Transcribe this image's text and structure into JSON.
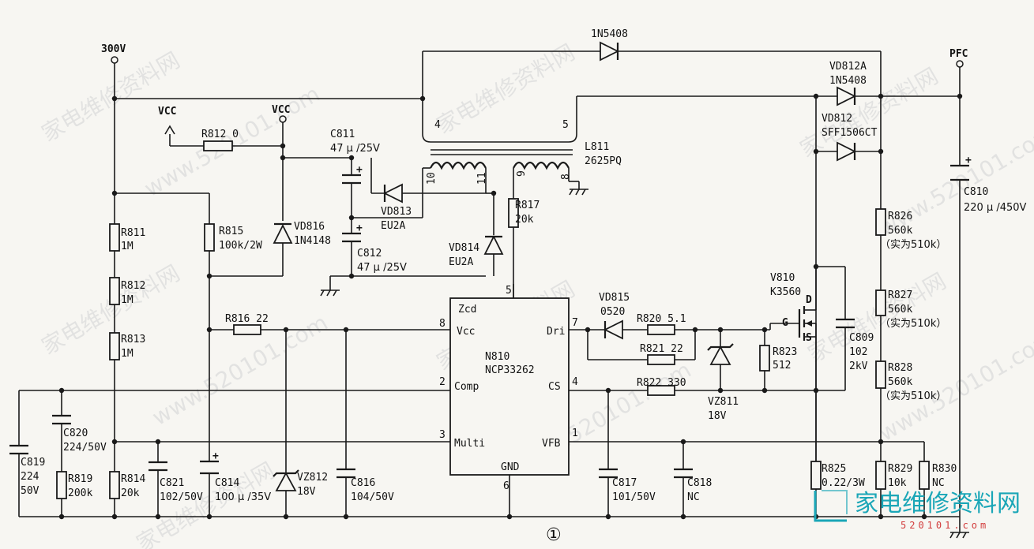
{
  "nodes": {
    "v300": "300V",
    "pfc": "PFC",
    "vcc_left": "VCC",
    "vcc_right": "VCC"
  },
  "figure_label": "①",
  "ic": {
    "name": "N810",
    "part": "NCP33262",
    "pins": {
      "zcd": "Zcd",
      "zcd_num": "5",
      "vcc": "Vcc",
      "vcc_num": "8",
      "comp": "Comp",
      "comp_num": "2",
      "multi": "Multi",
      "multi_num": "3",
      "dri": "Dri",
      "dri_num": "7",
      "cs": "CS",
      "cs_num": "4",
      "vfb": "VFB",
      "vfb_num": "1",
      "gnd": "GND",
      "gnd_num": "6"
    }
  },
  "transformer": {
    "name": "L811",
    "part": "2625PQ",
    "pins": {
      "p4": "4",
      "p5": "5",
      "p10": "10",
      "p11": "11",
      "p9": "9",
      "p8": "8"
    }
  },
  "mosfet": {
    "name": "V810",
    "part": "K3560",
    "d": "D",
    "g": "G",
    "s": "S"
  },
  "components": {
    "d_1n5408": "1N5408",
    "vd812a": "VD812A",
    "vd812a_part": "1N5408",
    "vd812": "VD812",
    "vd812_part": "SFF1506CT",
    "r812_0": "R812  0",
    "c811": "C811",
    "c811_val": "47 μ /25V",
    "c812": "C812",
    "c812_val": "47 μ /25V",
    "vd813": "VD813",
    "vd813_part": "EU2A",
    "vd814": "VD814",
    "vd814_part": "EU2A",
    "vd816": "VD816",
    "vd816_part": "1N4148",
    "r815": "R815",
    "r815_val": "100k/2W",
    "r817": "R817",
    "r817_val": "20k",
    "r811": "R811",
    "r811_val": "1M",
    "r812": "R812",
    "r812_val": "1M",
    "r813": "R813",
    "r813_val": "1M",
    "r816": "R816  22",
    "vd815": "VD815",
    "vd815_part": "0520",
    "r820": "R820  5.1",
    "r821": "R821  22",
    "r823": "R823",
    "r823_val": "512",
    "r822": "R822  330",
    "vz811": "VZ811",
    "vz811_val": "18V",
    "c809": "C809",
    "c809_val": "102",
    "c809_volt": "2kV",
    "c810": "C810",
    "c810_val": "220 μ /450V",
    "r826": "R826",
    "r826_val": "560k",
    "r826_note": "（实为510k）",
    "r827": "R827",
    "r827_val": "560k",
    "r827_note": "（实为510k）",
    "r828": "R828",
    "r828_val": "560k",
    "r828_note": "（实为510k）",
    "c820": "C820",
    "c820_val": "224/50V",
    "c819": "C819",
    "c819_val": "224",
    "c819_volt": "50V",
    "r819": "R819",
    "r819_val": "200k",
    "r814": "R814",
    "r814_val": "20k",
    "c821": "C821",
    "c821_val": "102/50V",
    "c814": "C814",
    "c814_val": "100 μ /35V",
    "vz812": "VZ812",
    "vz812_val": "18V",
    "c816": "C816",
    "c816_val": "104/50V",
    "c817": "C817",
    "c817_val": "101/50V",
    "c818": "C818",
    "c818_val": "NC",
    "r825": "R825",
    "r825_val": "0.22/3W",
    "r829": "R829",
    "r829_val": "10k",
    "r830": "R830",
    "r830_val": "NC"
  },
  "watermark": {
    "text_a": "家电维修资料网",
    "text_b": "www.520101.com",
    "logo_text": "家电维修资料网",
    "logo_sub": "520101.com"
  }
}
